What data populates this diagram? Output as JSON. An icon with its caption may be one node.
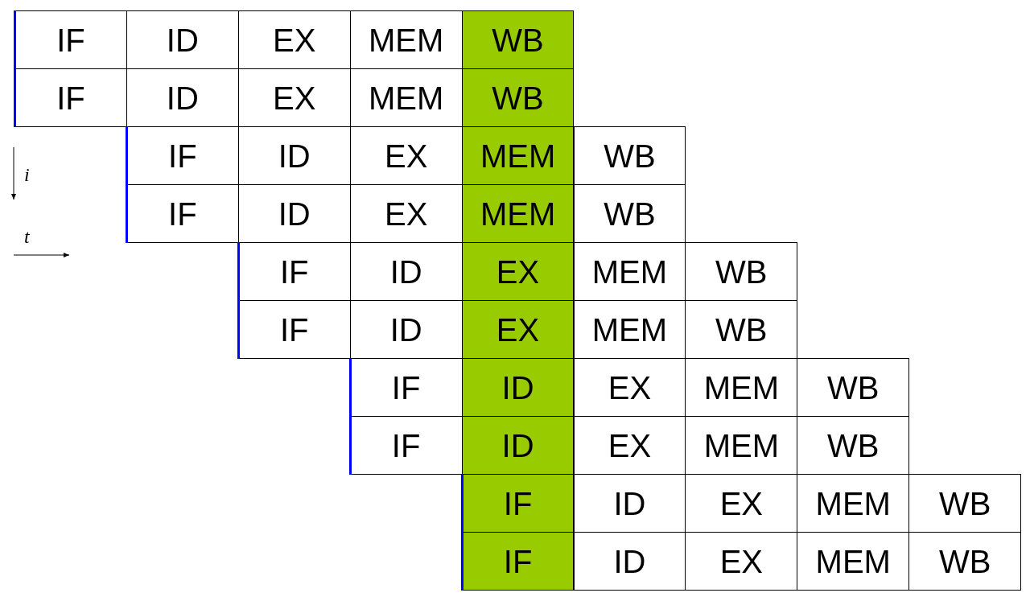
{
  "diagram": {
    "nodes": [
      {
        "text": [
          "IF"
        ]
      },
      {
        "text": [
          "ID"
        ]
      },
      {
        "text": [
          "EX"
        ]
      },
      {
        "text": [
          "MEM"
        ]
      },
      {
        "text": [
          "WB"
        ]
      },
      {
        "text": [
          "IF"
        ]
      },
      {
        "text": [
          "ID"
        ]
      },
      {
        "text": [
          "EX"
        ]
      },
      {
        "text": [
          "MEM"
        ]
      },
      {
        "text": [
          "WB"
        ]
      },
      {
        "text": [
          "IF"
        ]
      },
      {
        "text": [
          "ID"
        ]
      },
      {
        "text": [
          "EX"
        ]
      },
      {
        "text": [
          "MEM"
        ]
      },
      {
        "text": [
          "WB"
        ]
      },
      {
        "text": [
          "IF"
        ]
      },
      {
        "text": [
          "ID"
        ]
      },
      {
        "text": [
          "EX"
        ]
      },
      {
        "text": [
          "MEM"
        ]
      },
      {
        "text": [
          "WB"
        ]
      },
      {
        "text": [
          "IF"
        ]
      },
      {
        "text": [
          "ID"
        ]
      },
      {
        "text": [
          "EX"
        ]
      },
      {
        "text": [
          "MEM"
        ]
      },
      {
        "text": [
          "WB"
        ]
      },
      {
        "text": [
          "IF"
        ]
      },
      {
        "text": [
          "ID"
        ]
      },
      {
        "text": [
          "EX"
        ]
      },
      {
        "text": [
          "MEM"
        ]
      },
      {
        "text": [
          "WB"
        ]
      },
      {
        "text": [
          "IF"
        ]
      },
      {
        "text": [
          "ID"
        ]
      },
      {
        "text": [
          "EX"
        ]
      },
      {
        "text": [
          "MEM"
        ]
      },
      {
        "text": [
          "WB"
        ]
      },
      {
        "text": [
          "IF"
        ]
      },
      {
        "text": [
          "ID"
        ]
      },
      {
        "text": [
          "EX"
        ]
      },
      {
        "text": [
          "MEM"
        ]
      },
      {
        "text": [
          "WB"
        ]
      },
      {
        "text": [
          "IF"
        ]
      },
      {
        "text": [
          "ID"
        ]
      },
      {
        "text": [
          "EX"
        ]
      },
      {
        "text": [
          "MEM"
        ]
      },
      {
        "text": [
          "WB"
        ]
      },
      {
        "text": [
          "IF"
        ]
      },
      {
        "text": [
          "ID"
        ]
      },
      {
        "text": [
          "EX"
        ]
      },
      {
        "text": [
          "MEM"
        ]
      },
      {
        "text": [
          "WB"
        ]
      }
    ],
    "labels": [
      "i",
      "t"
    ]
  }
}
